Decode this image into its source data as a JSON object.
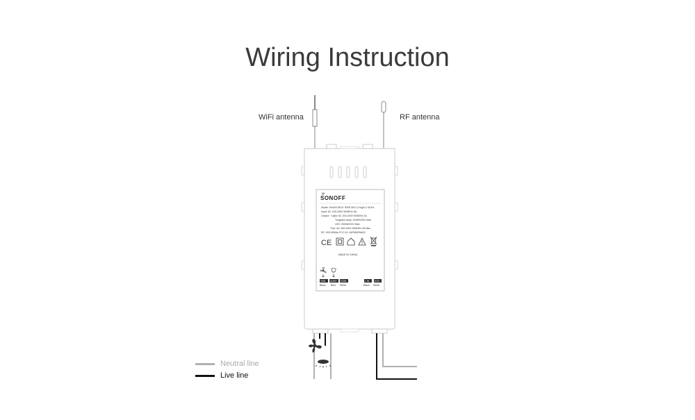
{
  "title": "Wiring Instruction",
  "antennas": {
    "wifi_label": "WiFi antenna",
    "rf_label": "RF antenna"
  },
  "device": {
    "brand": "SONOFF",
    "label_lines": [
      "Model: iFan03    Wi-Fi: IEEE 802.11 b/g/n 2.4GHz",
      "Input: AC 100-240V 50/60Hz 5A",
      "Output: ~Light: AC 100-240V 50/60Hz 2A",
      "Tungsten lamp: 400W/220V Max",
      "LED: 300W/220V Max",
      "~Fan: AC 100-240V 50/60Hz 2A Max",
      "RF: 433.92MHz               FCC ID: 2APN5IFAN03"
    ],
    "made_in": "MADE IN CHINA",
    "terminals_left": [
      {
        "code": "FAN",
        "color": "Black"
      },
      {
        "code": "LIGHT",
        "color": "Blue"
      },
      {
        "code": "COM",
        "color": "White"
      }
    ],
    "terminals_right": [
      {
        "code": "L IN",
        "color": "Black"
      },
      {
        "code": "N IN",
        "color": "White"
      }
    ]
  },
  "legend": {
    "neutral_label": "Neutral line",
    "live_label": "Live line",
    "neutral_color": "#b0b0b0",
    "live_color": "#111111"
  },
  "icons": [
    "fan-icon",
    "bulb-icon",
    "ce-mark-icon",
    "class-ii-icon",
    "indoor-icon",
    "warning-icon",
    "weee-bin-icon"
  ]
}
